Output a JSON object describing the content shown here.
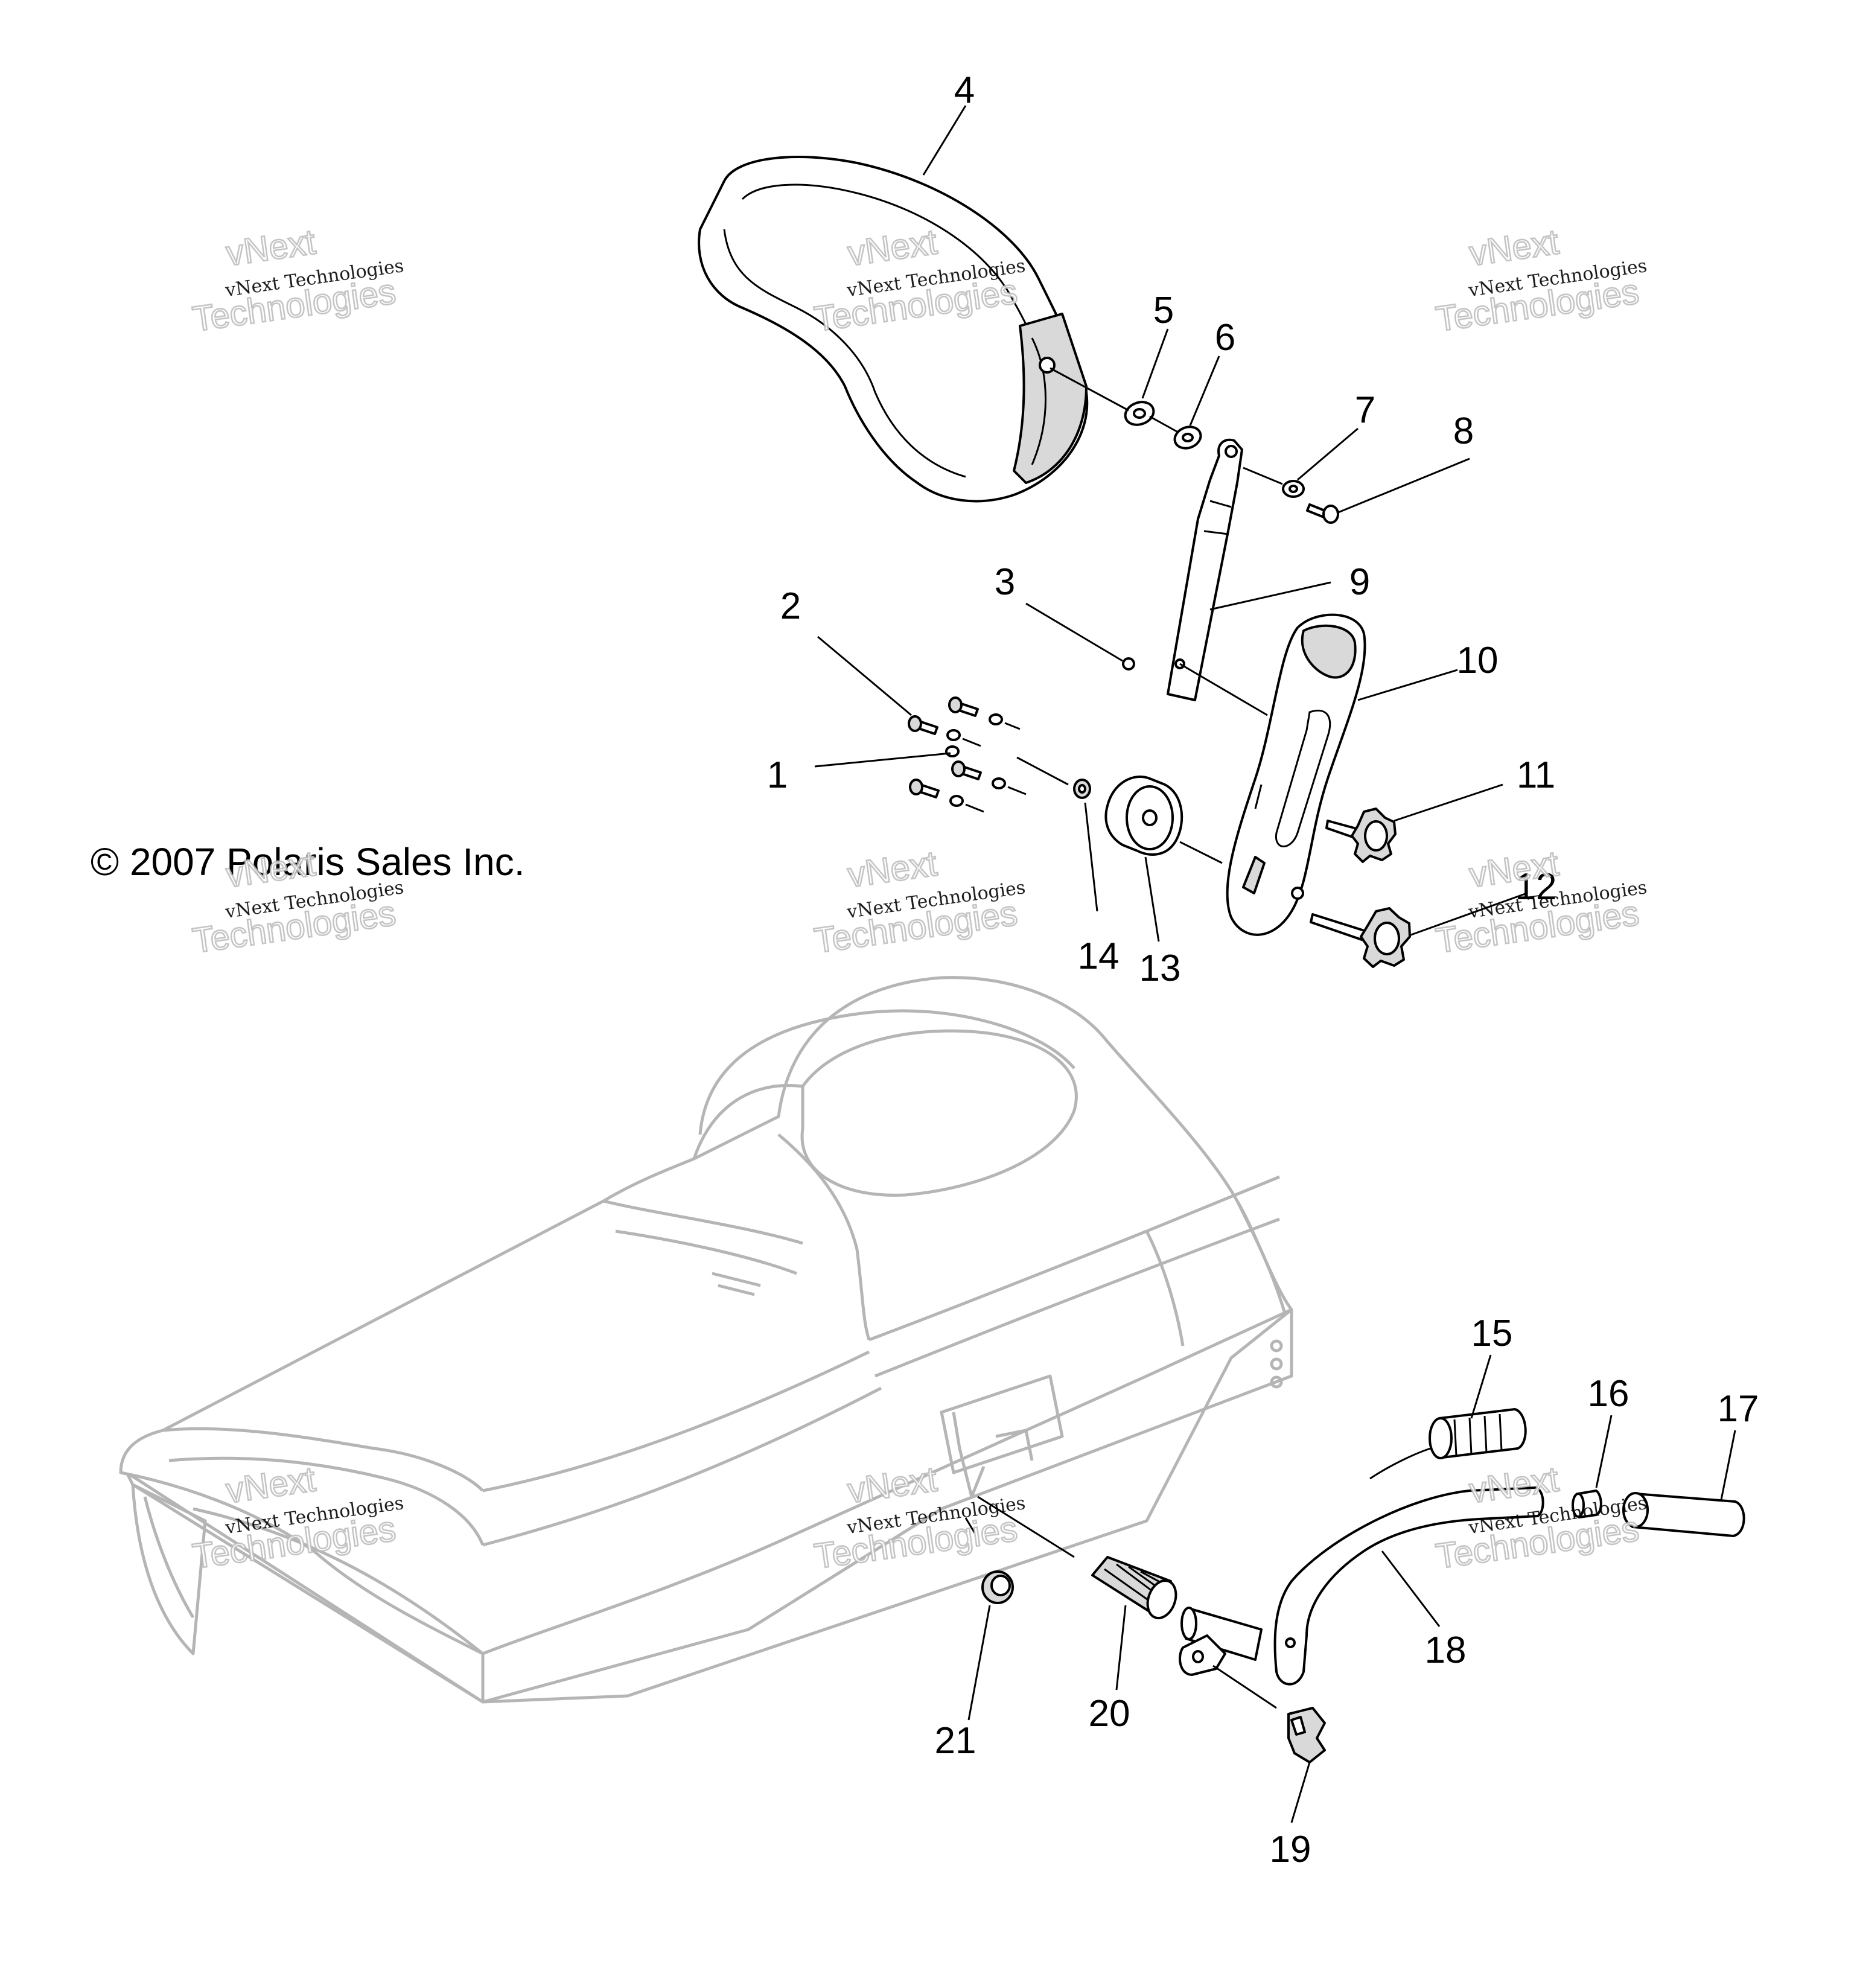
{
  "copyright": "© 2007 Polaris Sales Inc.",
  "watermark": {
    "line1": "vNext Technologies",
    "line2": "Technologies",
    "overlay": "vNext"
  },
  "callouts": [
    "1",
    "2",
    "3",
    "4",
    "5",
    "6",
    "7",
    "8",
    "9",
    "10",
    "11",
    "12",
    "13",
    "14",
    "15",
    "16",
    "17",
    "18",
    "19",
    "20",
    "21"
  ]
}
